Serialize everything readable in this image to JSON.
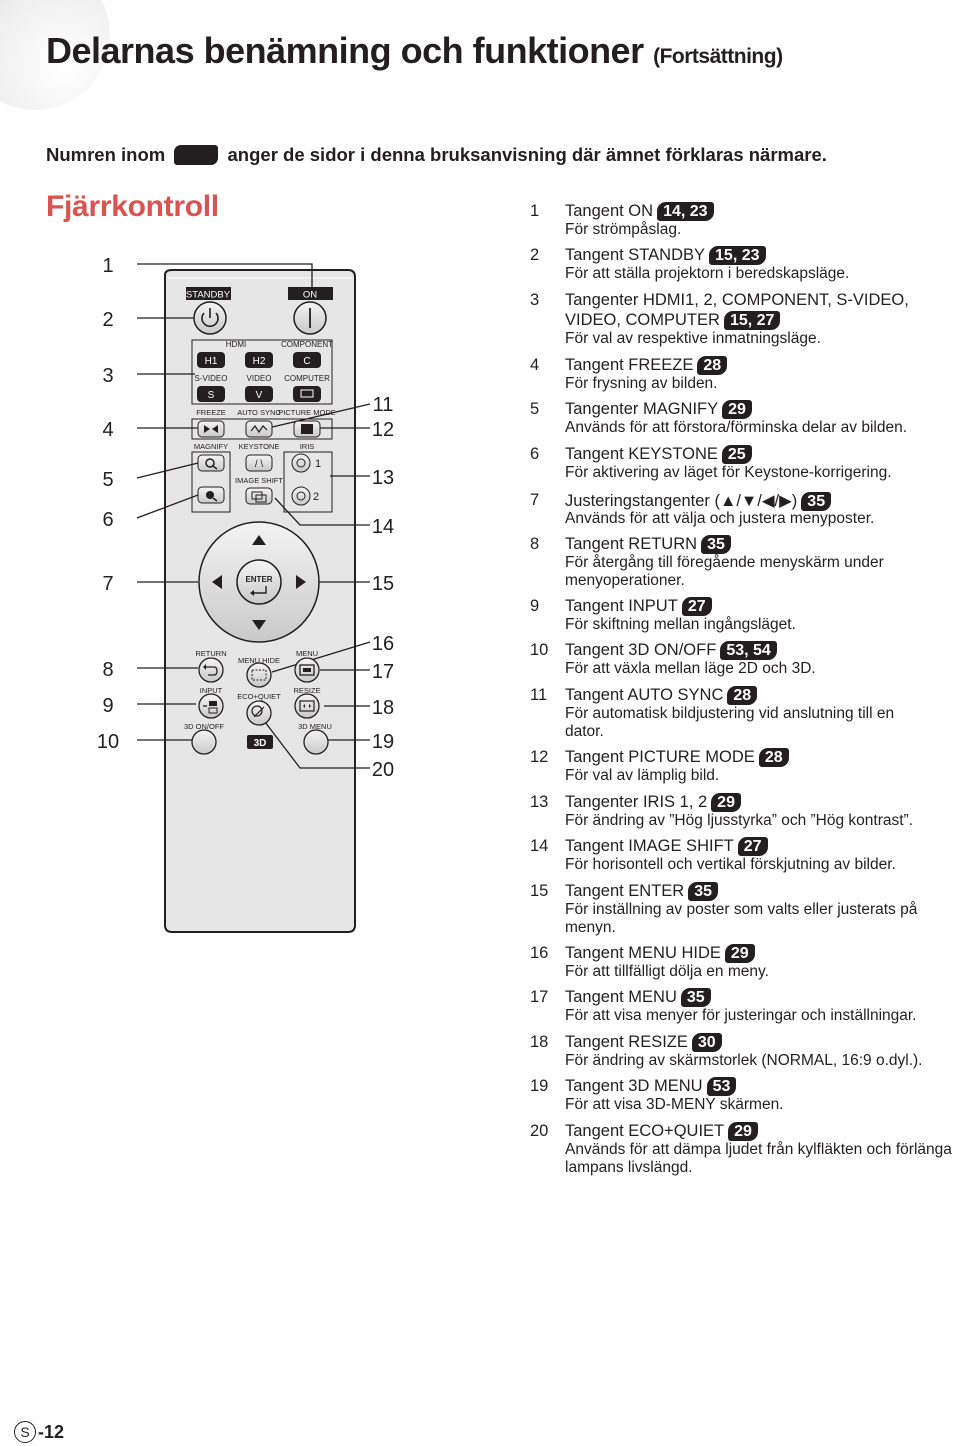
{
  "header": {
    "title": "Delarnas benämning och funktioner",
    "subtitle": "(Fortsättning)"
  },
  "intro": {
    "before": "Numren inom",
    "after": "anger de sidor i denna bruksanvisning där ämnet förklaras närmare."
  },
  "section_title": "Fjärrkontroll",
  "remote": {
    "left_callouts": [
      "1",
      "2",
      "3",
      "4",
      "5",
      "6",
      "7",
      "8",
      "9",
      "10"
    ],
    "right_callouts": [
      "11",
      "12",
      "13",
      "14",
      "15",
      "16",
      "17",
      "18",
      "19",
      "20"
    ],
    "labels": {
      "standby": "STANDBY",
      "on": "ON",
      "hdmi": "HDMI",
      "component": "COMPONENT",
      "h1": "H1",
      "h2": "H2",
      "c": "C",
      "svideo": "S-VIDEO",
      "video": "VIDEO",
      "computer": "COMPUTER",
      "s": "S",
      "v": "V",
      "freeze": "FREEZE",
      "autosync": "AUTO SYNC",
      "picturemode": "PICTURE MODE",
      "magnify": "MAGNIFY",
      "keystone": "KEYSTONE",
      "iris": "IRIS",
      "imageshift": "IMAGE SHIFT",
      "iris1": "1",
      "iris2": "2",
      "enter": "ENTER",
      "return": "RETURN",
      "menuhide": "MENU HIDE",
      "menu": "MENU",
      "input": "INPUT",
      "ecoquiet": "ECO+QUIET",
      "resize": "RESIZE",
      "3donoff": "3D ON/OFF",
      "3dmenu": "3D MENU",
      "3dlogo": "3D"
    }
  },
  "items": [
    {
      "n": "1",
      "label": "Tangent ON",
      "pages": "14, 23",
      "desc": [
        "För strömpåslag."
      ]
    },
    {
      "n": "2",
      "label": "Tangent STANDBY",
      "pages": "15, 23",
      "desc": [
        "För att ställa projektorn i beredskapsläge."
      ]
    },
    {
      "n": "3",
      "label": "Tangenter HDMI1, 2, COMPONENT, S-VIDEO,",
      "label2": "VIDEO, COMPUTER",
      "pages": "15, 27",
      "desc": [
        "För val av respektive inmatningsläge."
      ]
    },
    {
      "n": "4",
      "label": "Tangent FREEZE",
      "pages": "28",
      "desc": [
        "För frysning av bilden."
      ]
    },
    {
      "n": "5",
      "label": "Tangenter MAGNIFY",
      "pages": "29",
      "desc": [
        "Används för att förstora/förminska delar av bilden."
      ]
    },
    {
      "n": "6",
      "label": "Tangent KEYSTONE",
      "pages": "25",
      "desc": [
        "För aktivering av läget för Keystone-korrigering."
      ]
    },
    {
      "n": "7",
      "label": "Justeringstangenter (▲/▼/◀/▶)",
      "pages": "35",
      "desc": [
        "Används för att välja och justera menyposter."
      ]
    },
    {
      "n": "8",
      "label": "Tangent RETURN",
      "pages": "35",
      "desc": [
        "För återgång till föregående menyskärm under",
        "menyoperationer."
      ]
    },
    {
      "n": "9",
      "label": "Tangent INPUT",
      "pages": "27",
      "desc": [
        "För skiftning mellan ingångsläget."
      ]
    },
    {
      "n": "10",
      "label": "Tangent 3D ON/OFF",
      "pages": "53, 54",
      "desc": [
        "För att växla mellan läge 2D och 3D."
      ]
    },
    {
      "n": "11",
      "label": "Tangent AUTO SYNC",
      "pages": "28",
      "desc": [
        "För automatisk bildjustering vid anslutning till en",
        "dator."
      ]
    },
    {
      "n": "12",
      "label": "Tangent PICTURE MODE",
      "pages": "28",
      "desc": [
        "För val av lämplig bild."
      ]
    },
    {
      "n": "13",
      "label": "Tangenter IRIS 1, 2",
      "pages": "29",
      "desc": [
        "För ändring av ”Hög ljusstyrka” och ”Hög kontrast”."
      ]
    },
    {
      "n": "14",
      "label": "Tangent IMAGE SHIFT",
      "pages": "27",
      "desc": [
        "För horisontell och vertikal förskjutning av bilder."
      ]
    },
    {
      "n": "15",
      "label": "Tangent ENTER",
      "pages": "35",
      "desc": [
        "För inställning av poster som valts eller justerats på",
        "menyn."
      ]
    },
    {
      "n": "16",
      "label": "Tangent MENU HIDE",
      "pages": "29",
      "desc": [
        "För att tillfälligt dölja en meny."
      ]
    },
    {
      "n": "17",
      "label": "Tangent MENU",
      "pages": "35",
      "desc": [
        "För att visa menyer för justeringar och inställningar."
      ]
    },
    {
      "n": "18",
      "label": "Tangent RESIZE",
      "pages": "30",
      "desc": [
        "För ändring av skärmstorlek (NORMAL, 16:9 o.dyl.)."
      ]
    },
    {
      "n": "19",
      "label": "Tangent 3D MENU",
      "pages": "53",
      "desc": [
        "För att visa 3D-MENY skärmen."
      ]
    },
    {
      "n": "20",
      "label": "Tangent ECO+QUIET",
      "pages": "29",
      "desc": [
        "Används för att dämpa ljudet från kylfläkten och förlänga",
        "lampans livslängd."
      ]
    }
  ],
  "footer": {
    "circle": "S",
    "page": "-12"
  }
}
